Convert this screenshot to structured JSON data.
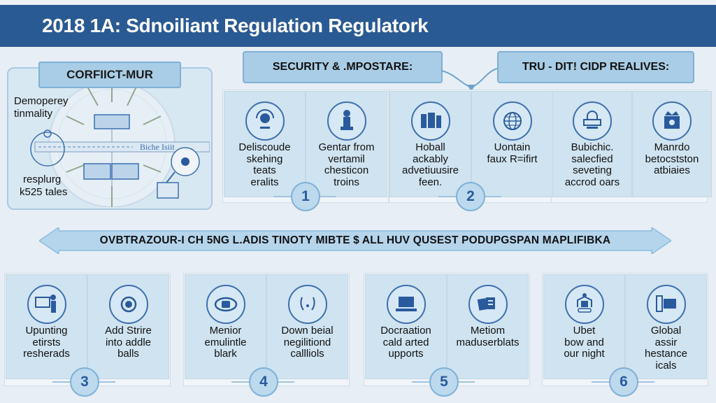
{
  "header": {
    "title": "2018 1A: Sdnoiliant Regulation Regulatork"
  },
  "conflict_panel": {
    "label": "CORFIICT-MUR",
    "top_text": "Demoperey tinmality",
    "bottom_text_line1": "resplurg",
    "bottom_text_line2": "k525 tales",
    "ruler_text": "Biche  Isiit"
  },
  "categories": [
    {
      "label": "SECURITY & .MPOSTARE:"
    },
    {
      "label": "TRU - DIT! CIDP REALIVES:"
    }
  ],
  "banner": {
    "text": "OVBTRAZOUR-I CH 5NG L.ADIS TINOTY MIBTE $ ALL HUV QUSEST PODUPGSPAN MAPLIFIBKA"
  },
  "top_groups": [
    {
      "step": "1",
      "cards": [
        {
          "icon": "headset-person-icon",
          "lines": [
            "Deliscoude",
            "skehing",
            "teats",
            "eralits"
          ]
        },
        {
          "icon": "chess-piece-icon",
          "lines": [
            "Gentar from",
            "vertamil",
            "chesticon",
            "troins"
          ]
        }
      ]
    },
    {
      "step": "2",
      "cards": [
        {
          "icon": "server-rack-icon",
          "lines": [
            "Hoball",
            "ackably",
            "advetiuusire",
            "feen."
          ]
        },
        {
          "icon": "globe-icon",
          "lines": [
            "Uontain",
            "faux R=ifirt"
          ]
        }
      ]
    },
    {
      "step": "",
      "cards": [
        {
          "icon": "lock-keyboard-icon",
          "lines": [
            "Bubichic.",
            "salecfied",
            "seveting",
            "accrod oars"
          ]
        },
        {
          "icon": "crown-document-icon",
          "lines": [
            "Manrdo",
            "betocstston",
            "atbiaies"
          ]
        }
      ]
    }
  ],
  "bottom_groups": [
    {
      "step": "3",
      "cards": [
        {
          "icon": "presenter-board-icon",
          "lines": [
            "Upunting",
            "etirsts",
            "resherads"
          ]
        },
        {
          "icon": "camera-icon",
          "lines": [
            "Add Strire",
            "into addle",
            "balls"
          ]
        }
      ]
    },
    {
      "step": "4",
      "cards": [
        {
          "icon": "eye-device-icon",
          "lines": [
            "Menior",
            "emulintle",
            "blark"
          ]
        },
        {
          "icon": "face-outline-icon",
          "lines": [
            "Down beial",
            "negilitiond",
            "callliols"
          ]
        }
      ]
    },
    {
      "step": "5",
      "cards": [
        {
          "icon": "laptop-icon",
          "lines": [
            "Docraation",
            "cald arted",
            "upports"
          ]
        },
        {
          "icon": "map-documents-icon",
          "lines": [
            "Metiom",
            "maduserblats"
          ]
        }
      ]
    },
    {
      "step": "6",
      "cards": [
        {
          "icon": "building-person-icon",
          "lines": [
            "Ubet",
            "bow and",
            "our night"
          ]
        },
        {
          "icon": "monitor-devices-icon",
          "lines": [
            "Global",
            "assir",
            "hestance",
            "icals"
          ]
        }
      ]
    }
  ]
}
